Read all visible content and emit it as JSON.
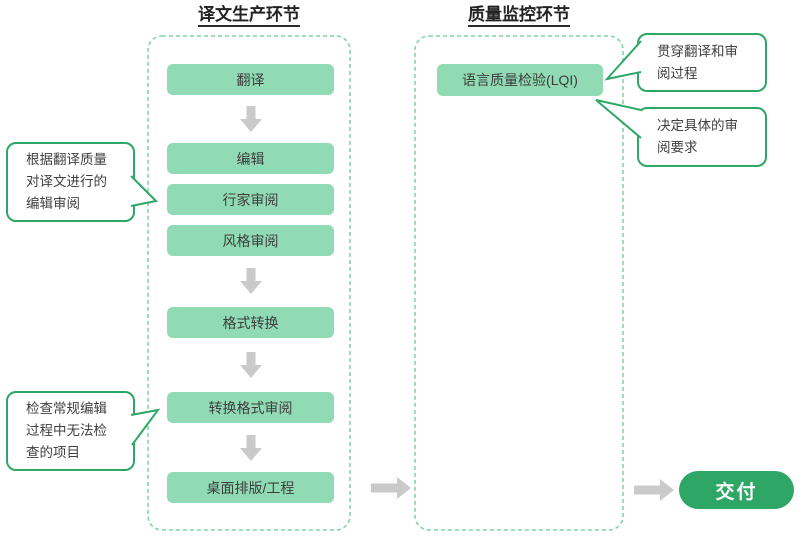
{
  "sections": {
    "production": {
      "title": "译文生产环节",
      "steps": [
        {
          "label": "翻译"
        },
        {
          "label": "编辑"
        },
        {
          "label": "行家审阅"
        },
        {
          "label": "风格审阅"
        },
        {
          "label": "格式转换"
        },
        {
          "label": "转换格式审阅"
        },
        {
          "label": "桌面排版/工程"
        }
      ]
    },
    "quality": {
      "title": "质量监控环节",
      "steps": [
        {
          "label": "语言质量检验(LQI)"
        }
      ]
    }
  },
  "callouts": {
    "edit_review_note": "根据翻译质量对译文进行的编辑审阅",
    "format_check_note": "检查常规编辑过程中无法检查的项目",
    "lqi_scope_note": "贯穿翻译和审阅过程",
    "lqi_requirement_note": "决定具体的审阅要求"
  },
  "delivery": {
    "label": "交付"
  },
  "colors": {
    "mint_box": "#90dbb3",
    "dashed_border": "#7fd7a6",
    "accent_green": "#2ea766",
    "arrow_gray": "#cacaca",
    "text": "#3e3e3e"
  }
}
